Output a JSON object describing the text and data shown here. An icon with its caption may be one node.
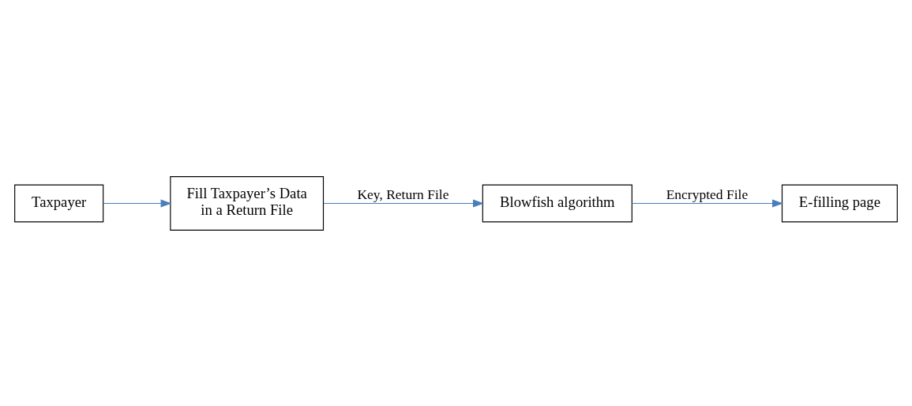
{
  "diagram": {
    "nodes": [
      {
        "text": [
          "Taxpayer"
        ]
      },
      {
        "text": [
          "Fill Taxpayer’s Data in a Return File"
        ]
      },
      {
        "text": [
          "Blowfish algorithm"
        ]
      },
      {
        "text": [
          "E-filling page"
        ]
      }
    ],
    "edges": [
      {
        "from": 0,
        "to": 1,
        "arrow": "to"
      },
      {
        "from": 1,
        "to": 2,
        "arrow": "to",
        "label": "Key, Return File"
      },
      {
        "from": 2,
        "to": 3,
        "arrow": "to",
        "label": "Encrypted File"
      }
    ]
  }
}
